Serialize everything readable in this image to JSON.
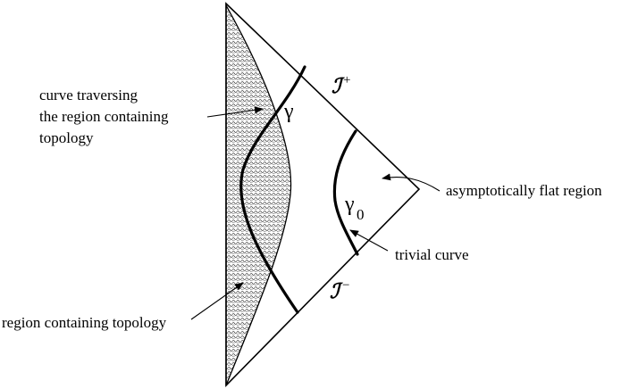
{
  "labels": {
    "curve_traversing": [
      "curve traversing",
      "the region containing",
      "topology"
    ],
    "asymptotically_flat": "asymptotically flat region",
    "trivial_curve": "trivial curve",
    "region_topology": "region containing topology"
  },
  "symbols": {
    "gamma": "γ",
    "gamma0": "γ",
    "gamma0_sub": "0",
    "scri_plus": "ℐ",
    "scri_plus_sign": "+",
    "scri_minus": "ℐ",
    "scri_minus_sign": "−"
  },
  "colors": {
    "stroke": "#000000",
    "hatch": "#000000",
    "background": "#ffffff"
  }
}
